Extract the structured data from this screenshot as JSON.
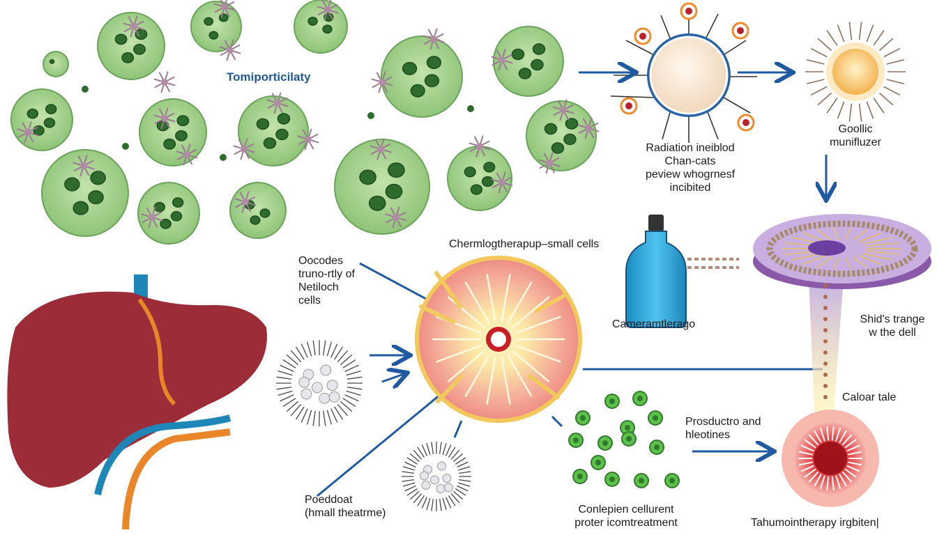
{
  "labels": {
    "top_title": "Tomiporticilaty",
    "radiation_1": "Radiation ineiblod",
    "radiation_2": "Chan-cats",
    "radiation_3": "peview whogrnesf",
    "radiation_4": "incibited",
    "goollic_1": "Goollic",
    "goollic_2": "munifluzer",
    "chemo_title": "Chermlogtherapup–small cells",
    "oocodes_1": "Oocodes",
    "oocodes_2": "truno-rtly of",
    "oocodes_3": "Netiloch",
    "oocodes_4": "cells",
    "camera": "Cameramtlerago",
    "shids_1": "Shid's trange",
    "shids_2": "w the dell",
    "caloar": "Caloar tale",
    "prosductro_1": "Prosductro and",
    "prosductro_2": "hleotines",
    "poeddoat_1": "Poeddoat",
    "poeddoat_2": "(hmall theatrme)",
    "conlepien_1": "Conlepien cellurent",
    "conlepien_2": "proter icomtreatment",
    "tahumo": "Tahumointherapy irgbiten|"
  },
  "icons": [
    "green-cell-icon",
    "purple-spiky-cell-icon",
    "liver-icon",
    "medicine-bottle-icon",
    "radiation-disc-icon",
    "sun-cell-icon",
    "target-cell-icon",
    "tumor-icon",
    "arrow-icon"
  ],
  "colors": {
    "cell_fill": "#a6d48a",
    "nucleus": "#2f6b2c",
    "arrow_blue": "#1f5aa0",
    "liver": "#9b2c38",
    "bottle": "#2fa7d8",
    "disc_purple": "#b896d6",
    "tumor_red": "#d8383a"
  }
}
